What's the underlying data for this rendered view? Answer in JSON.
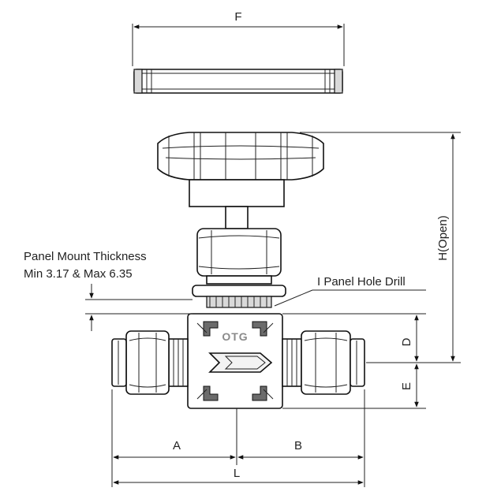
{
  "labels": {
    "F": "F",
    "H": "H(Open)",
    "D": "D",
    "E": "E",
    "A": "A",
    "B": "B",
    "L": "L",
    "panel_line1": "Panel Mount Thickness",
    "panel_line2": "Min 3.17 & Max 6.35",
    "panel_hole": "I Panel  Hole Drill",
    "brand": "OTG"
  },
  "colors": {
    "outline": "#111111",
    "shade": "#d9d9d9",
    "dark": "#6b6b6b",
    "brand_text": "#8a8a8a"
  }
}
